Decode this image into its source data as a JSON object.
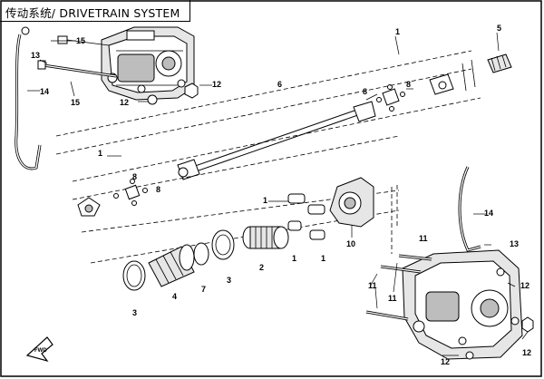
{
  "title": "传动系统/ DRIVETRAIN SYSTEM",
  "callouts": {
    "c1a": "1",
    "c1b": "1",
    "c1c": "1",
    "c1d": "1",
    "c1e": "1",
    "c2": "2",
    "c3a": "3",
    "c3b": "3",
    "c4": "4",
    "c5": "5",
    "c6": "6",
    "c7": "7",
    "c8a": "8",
    "c8b": "8",
    "c8c": "8",
    "c8d": "8",
    "c10": "10",
    "c11a": "11",
    "c11b": "11",
    "c11c": "11",
    "c12a": "12",
    "c12b": "12",
    "c12c": "12",
    "c12d": "12",
    "c12e": "12",
    "c13a": "13",
    "c13b": "13",
    "c14a": "14",
    "c14b": "14",
    "c15a": "15",
    "c15b": "15"
  },
  "icons": {
    "front_arrow": "front-direction-arrow-icon"
  }
}
